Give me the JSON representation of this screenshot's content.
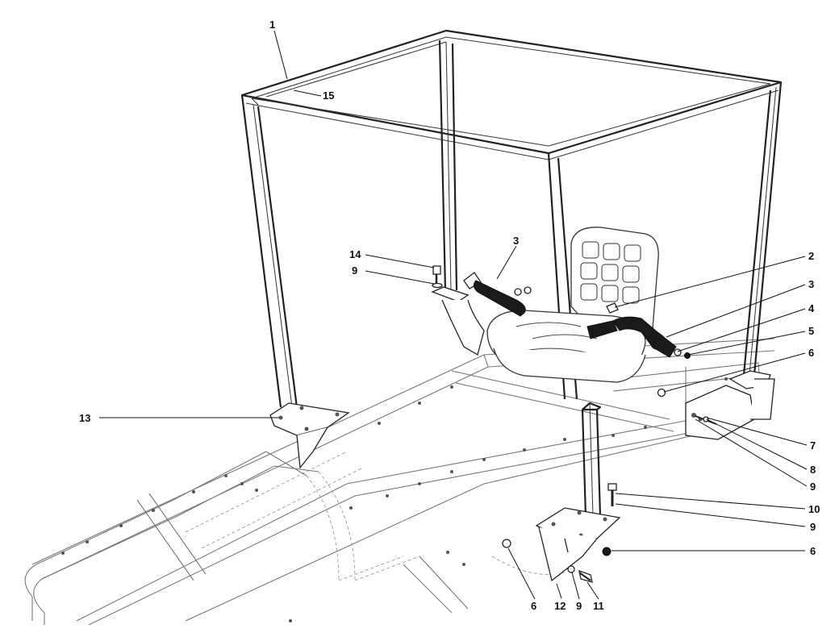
{
  "callouts": [
    {
      "id": "c1",
      "text": "1"
    },
    {
      "id": "c15",
      "text": "15"
    },
    {
      "id": "c14",
      "text": "14"
    },
    {
      "id": "c9a",
      "text": "9"
    },
    {
      "id": "c3a",
      "text": "3"
    },
    {
      "id": "c13",
      "text": "13"
    },
    {
      "id": "c2",
      "text": "2"
    },
    {
      "id": "c3b",
      "text": "3"
    },
    {
      "id": "c4",
      "text": "4"
    },
    {
      "id": "c5",
      "text": "5"
    },
    {
      "id": "c6a",
      "text": "6"
    },
    {
      "id": "c7",
      "text": "7"
    },
    {
      "id": "c8",
      "text": "8"
    },
    {
      "id": "c9b",
      "text": "9"
    },
    {
      "id": "c10",
      "text": "10"
    },
    {
      "id": "c9c",
      "text": "9"
    },
    {
      "id": "c6b",
      "text": "6"
    },
    {
      "id": "c6c",
      "text": "6"
    },
    {
      "id": "c12",
      "text": "12"
    },
    {
      "id": "c9d",
      "text": "9"
    },
    {
      "id": "c11",
      "text": "11"
    }
  ]
}
